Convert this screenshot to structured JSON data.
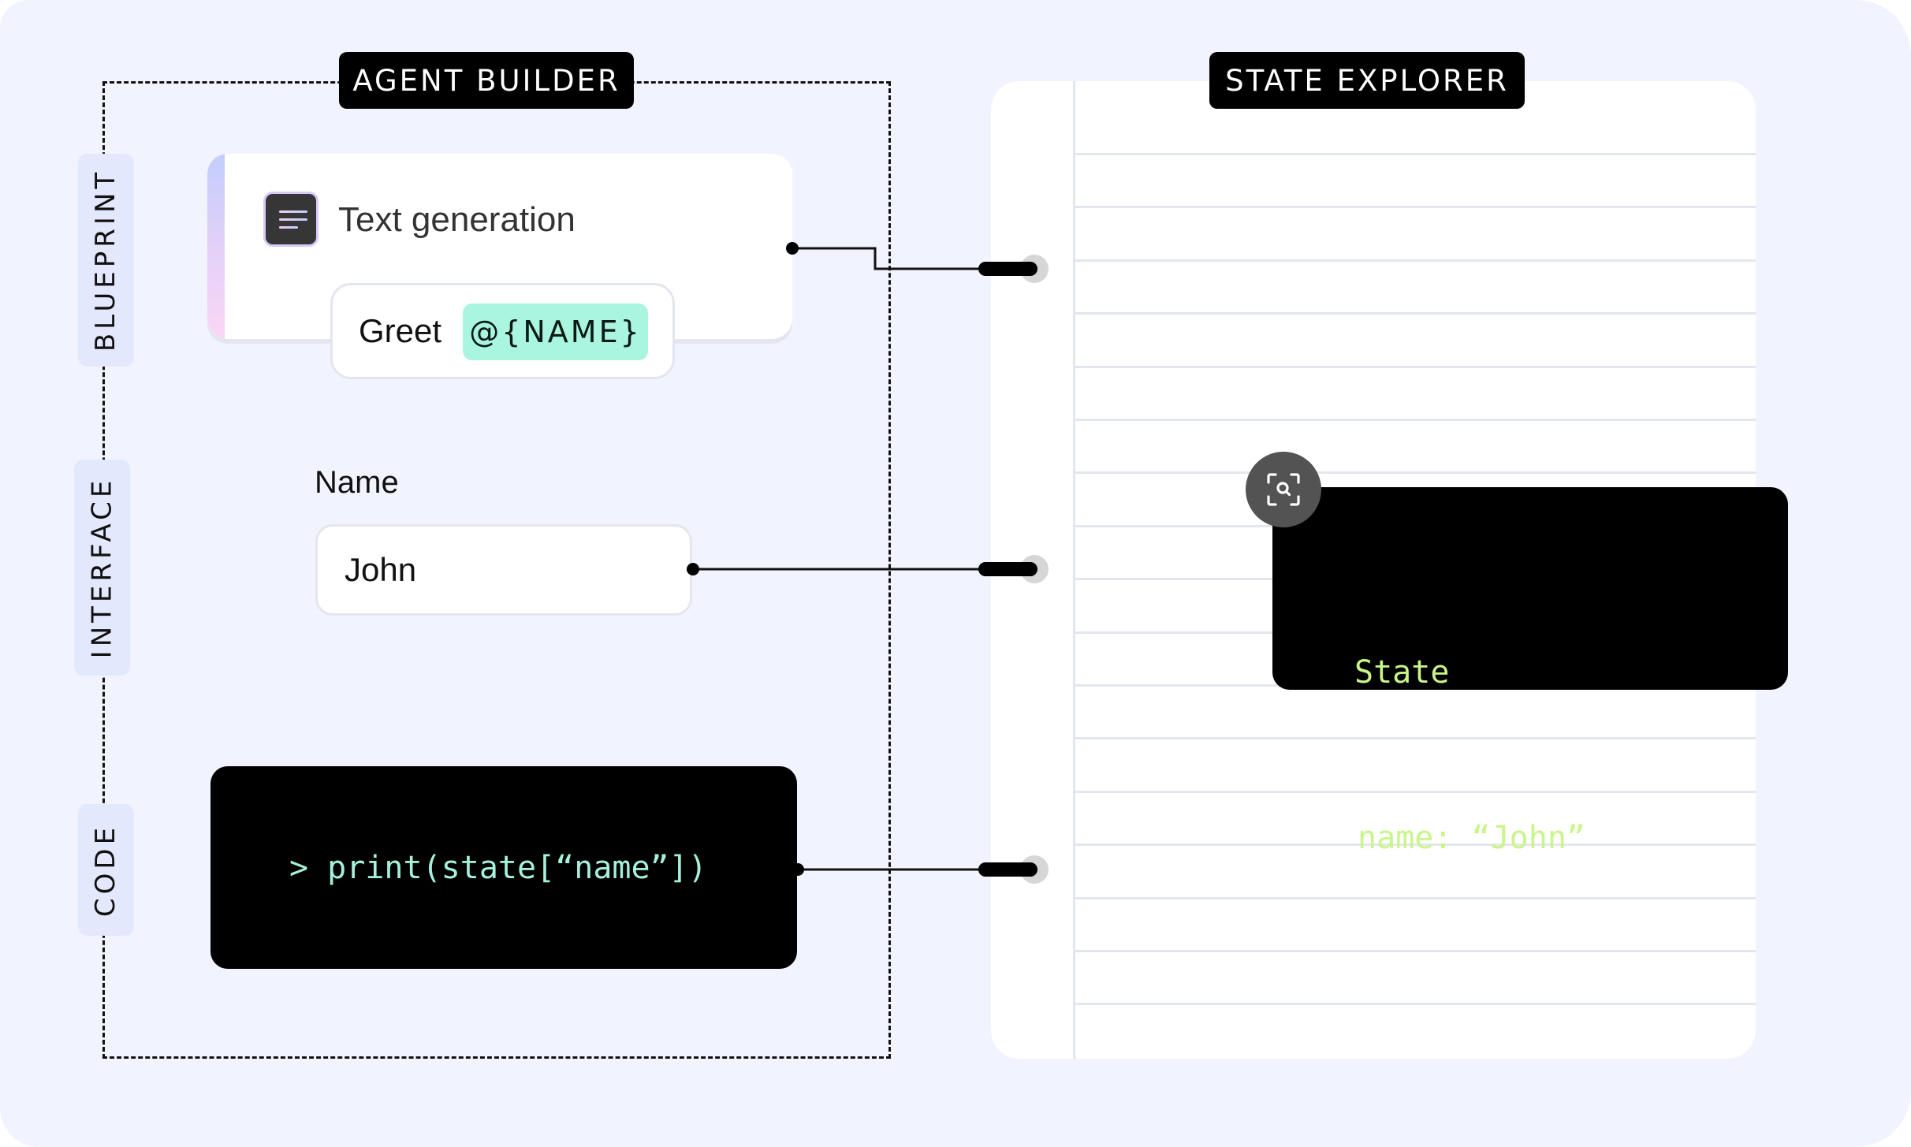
{
  "agent_builder": {
    "title": "AGENT BUILDER",
    "sections": [
      {
        "id": "blueprint",
        "label": "BLUEPRINT"
      },
      {
        "id": "interface",
        "label": "INTERFACE"
      },
      {
        "id": "code",
        "label": "CODE"
      }
    ],
    "blueprint": {
      "block_icon": "text-lines-icon",
      "block_title": "Text generation",
      "prompt_label": "Greet",
      "prompt_variable": "@{NAME}"
    },
    "interface": {
      "field_label": "Name",
      "field_value": "John"
    },
    "code": {
      "line": "> print(state[“name”])"
    }
  },
  "state_explorer": {
    "title": "STATE EXPLORER",
    "inspect_icon": "scan-search-icon",
    "card_title": "State",
    "card_entry": "name: “John”"
  },
  "colors": {
    "background": "#f1f4fe",
    "label_pill": "#e4e8fd",
    "variable_tag": "#a9f5df",
    "code_text": "#a6f0dd",
    "state_text": "#c9f58a"
  }
}
